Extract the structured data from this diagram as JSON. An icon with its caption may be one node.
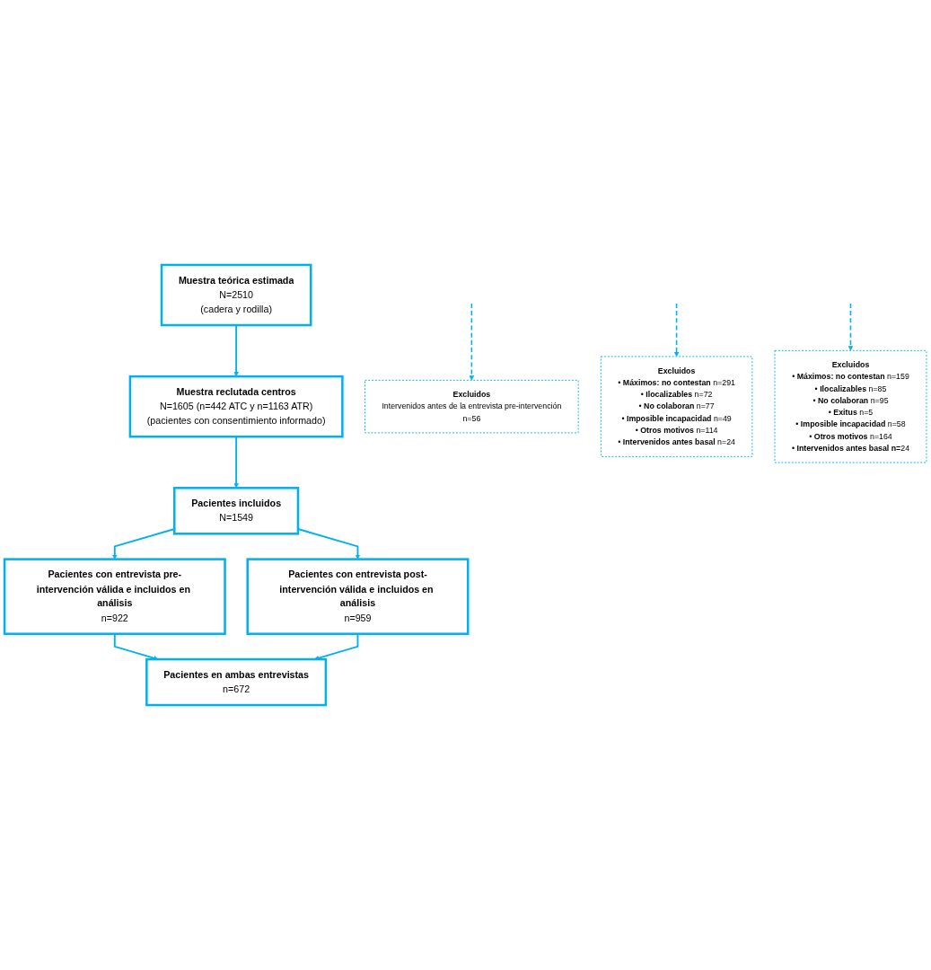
{
  "diagram": {
    "nodes": [
      {
        "text": [
          "Muestra teórica estimada",
          "N=2510",
          "(cadera y rodilla)"
        ]
      },
      {
        "text": [
          "Muestra reclutada centros",
          "N=1605 (n=442 ATC y n=1163 ATR)",
          "(pacientes con consentimiento informado)"
        ]
      },
      {
        "text": [
          "Excluidos",
          "Intervenidos antes de la entrevista pre-intervención",
          "n=56"
        ]
      },
      {
        "text": [
          "Pacientes incluidos",
          "N=1549"
        ]
      },
      {
        "text": [
          "Excluidos",
          "• **Máximos: no contestan** n=291",
          "• **Ilocalizables** n=72",
          "• **No colaboran** n=77",
          "• **Imposible incapacidad** n=49",
          "• **Otros motivos** n=114",
          "• **Intervenidos antes basal** n=24"
        ]
      },
      {
        "text": [
          "Excluidos",
          "• **Máximos: no contestan** n=159",
          "• **Ilocalizables** n=85",
          "• **No colaboran** n=95",
          "• **Exitus** n=5",
          "• **Imposible incapacidad** n=58",
          "• **Otros motivos** n=164",
          "• **Intervenidos antes basal n=**24"
        ]
      },
      {
        "text": [
          "Pacientes con entrevista pre-intervención válida e incluidos en análisis",
          "n=922"
        ]
      },
      {
        "text": [
          "Pacientes con entrevista post-intervención válida e incluidos en análisis",
          "n=959"
        ]
      },
      {
        "text": [
          "Pacientes en ambas entrevistas",
          "n=672"
        ]
      }
    ],
    "edges": [
      {
        "from": 0,
        "to": 1,
        "arrow": "to"
      },
      {
        "from": 1,
        "to": 3,
        "arrow": "to"
      },
      {
        "from": null,
        "to": 2,
        "arrow": "to",
        "style": "dashed"
      },
      {
        "from": 3,
        "to": 6,
        "arrow": "to"
      },
      {
        "from": 3,
        "to": 7,
        "arrow": "to"
      },
      {
        "from": null,
        "to": 4,
        "arrow": "to",
        "style": "dashed"
      },
      {
        "from": null,
        "to": 5,
        "arrow": "to",
        "style": "dashed"
      },
      {
        "from": 6,
        "to": 8,
        "arrow": "to"
      },
      {
        "from": 7,
        "to": 8,
        "arrow": "to"
      }
    ]
  }
}
